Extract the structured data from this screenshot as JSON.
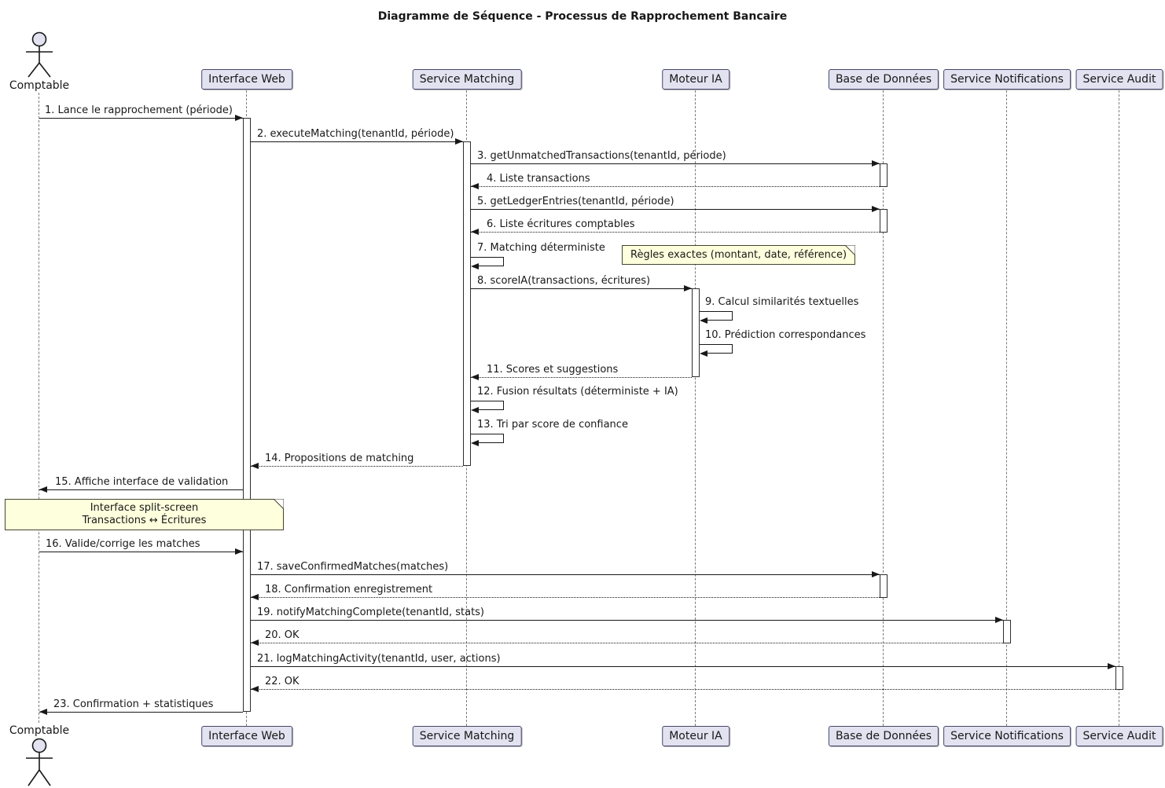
{
  "title": "Diagramme de Séquence - Processus de Rapprochement Bancaire",
  "participants": [
    {
      "label": "Comptable",
      "type": "actor"
    },
    {
      "label": "Interface Web",
      "type": "participant"
    },
    {
      "label": "Service Matching",
      "type": "participant"
    },
    {
      "label": "Moteur IA",
      "type": "participant"
    },
    {
      "label": "Base de Données",
      "type": "participant"
    },
    {
      "label": "Service Notifications",
      "type": "participant"
    },
    {
      "label": "Service Audit",
      "type": "participant"
    }
  ],
  "messages": [
    {
      "label": "1. Lance le rapprochement (période)",
      "from": "Comptable",
      "to": "Interface Web",
      "kind": "sync"
    },
    {
      "label": "2. executeMatching(tenantId, période)",
      "from": "Interface Web",
      "to": "Service Matching",
      "kind": "sync"
    },
    {
      "label": "3. getUnmatchedTransactions(tenantId, période)",
      "from": "Service Matching",
      "to": "Base de Données",
      "kind": "sync"
    },
    {
      "label": "4. Liste transactions",
      "from": "Base de Données",
      "to": "Service Matching",
      "kind": "return"
    },
    {
      "label": "5. getLedgerEntries(tenantId, période)",
      "from": "Service Matching",
      "to": "Base de Données",
      "kind": "sync"
    },
    {
      "label": "6. Liste écritures comptables",
      "from": "Base de Données",
      "to": "Service Matching",
      "kind": "return"
    },
    {
      "label": "7. Matching déterministe",
      "from": "Service Matching",
      "to": "Service Matching",
      "kind": "self"
    },
    {
      "label": "8. scoreIA(transactions, écritures)",
      "from": "Service Matching",
      "to": "Moteur IA",
      "kind": "sync"
    },
    {
      "label": "9. Calcul similarités textuelles",
      "from": "Moteur IA",
      "to": "Moteur IA",
      "kind": "self"
    },
    {
      "label": "10. Prédiction correspondances",
      "from": "Moteur IA",
      "to": "Moteur IA",
      "kind": "self"
    },
    {
      "label": "11. Scores et suggestions",
      "from": "Moteur IA",
      "to": "Service Matching",
      "kind": "return"
    },
    {
      "label": "12. Fusion résultats (déterministe + IA)",
      "from": "Service Matching",
      "to": "Service Matching",
      "kind": "self"
    },
    {
      "label": "13. Tri par score de confiance",
      "from": "Service Matching",
      "to": "Service Matching",
      "kind": "self"
    },
    {
      "label": "14. Propositions de matching",
      "from": "Service Matching",
      "to": "Interface Web",
      "kind": "return"
    },
    {
      "label": "15. Affiche interface de validation",
      "from": "Interface Web",
      "to": "Comptable",
      "kind": "sync"
    },
    {
      "label": "16. Valide/corrige les matches",
      "from": "Comptable",
      "to": "Interface Web",
      "kind": "sync"
    },
    {
      "label": "17. saveConfirmedMatches(matches)",
      "from": "Interface Web",
      "to": "Base de Données",
      "kind": "sync"
    },
    {
      "label": "18. Confirmation enregistrement",
      "from": "Base de Données",
      "to": "Interface Web",
      "kind": "return"
    },
    {
      "label": "19. notifyMatchingComplete(tenantId, stats)",
      "from": "Interface Web",
      "to": "Service Notifications",
      "kind": "sync"
    },
    {
      "label": "20. OK",
      "from": "Service Notifications",
      "to": "Interface Web",
      "kind": "return"
    },
    {
      "label": "21. logMatchingActivity(tenantId, user, actions)",
      "from": "Interface Web",
      "to": "Service Audit",
      "kind": "sync"
    },
    {
      "label": "22. OK",
      "from": "Service Audit",
      "to": "Interface Web",
      "kind": "return"
    },
    {
      "label": "23. Confirmation + statistiques",
      "from": "Interface Web",
      "to": "Comptable",
      "kind": "sync"
    }
  ],
  "notes": [
    {
      "text": "Règles exactes (montant, date, référence)"
    },
    {
      "line1": "Interface split-screen",
      "line2": "Transactions ↔ Écritures"
    }
  ],
  "colors": {
    "participant_fill": "#E2E2F0",
    "note_fill": "#FEFFDD",
    "line": "#181818",
    "background": "#FFFFFF"
  }
}
